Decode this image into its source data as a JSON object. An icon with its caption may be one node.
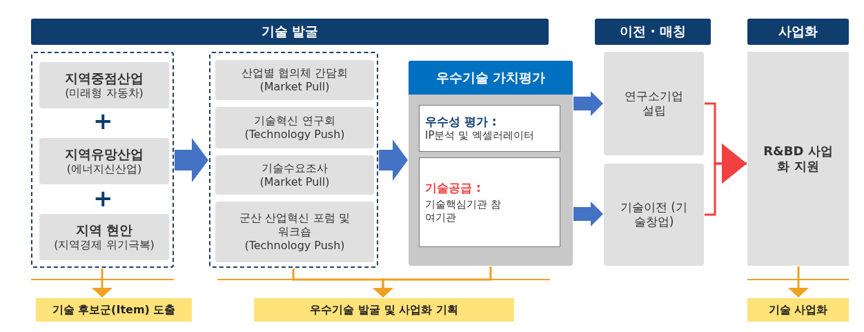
{
  "diagram": {
    "nodes": [
      {
        "text": [
          "기술 발굴"
        ]
      },
      {
        "text": [
          "이전 · 매칭"
        ]
      },
      {
        "text": [
          "사업화"
        ]
      },
      {
        "text": [],
        "shape": "box"
      },
      {
        "text": [
          "지역중점산업",
          "(미래형 자동차)"
        ],
        "in": 3
      },
      {
        "text": [
          "지역유망산업",
          "(에너지신산업)"
        ],
        "in": 3
      },
      {
        "text": [
          "지역 현안",
          "(지역경제 위기극복)"
        ],
        "in": 3
      },
      {
        "text": [],
        "shape": "box"
      },
      {
        "text": [
          "산업별 협의체 간담회",
          "(Market Pull)"
        ],
        "in": 7
      },
      {
        "text": [
          "기술혁신 연구회",
          "(Technology Push)"
        ],
        "in": 7
      },
      {
        "text": [
          "기술수요조사",
          "(Market Pull)"
        ],
        "in": 7
      },
      {
        "text": [
          "군산 산업혁신 포럼 및 워크숍",
          "(Technology Push)"
        ],
        "in": 7
      },
      {
        "text": [
          "우수기술 가치평가"
        ]
      },
      {
        "text": [
          "우수성 평가 :",
          "IP분석 및 엑셀러레이터"
        ],
        "in": 12
      },
      {
        "text": [
          "기술공급 :",
          "기술핵심기관 참여기관"
        ],
        "in": 12
      },
      {
        "text": [
          "연구소기업 설립"
        ]
      },
      {
        "text": [
          "기술이전 (기술창업)"
        ]
      },
      {
        "text": [
          "R&BD 사업화 지원"
        ]
      },
      {
        "text": [
          "기술 후보군(Item) 도출"
        ]
      },
      {
        "text": [
          "우수기술 발굴 및 사업화 기획"
        ]
      },
      {
        "text": [
          "기술 사업화"
        ]
      }
    ],
    "edges": [
      {
        "from": 3,
        "to": 7,
        "arrow": "to",
        "style": "thick",
        "color": "#4472c4"
      },
      {
        "from": 7,
        "to": 12,
        "arrow": "to",
        "style": "thick",
        "color": "#4472c4"
      },
      {
        "from": 12,
        "to": 15,
        "arrow": "to",
        "style": "thick",
        "color": "#4472c4"
      },
      {
        "from": 12,
        "to": 16,
        "arrow": "to",
        "style": "thick",
        "color": "#4472c4"
      },
      {
        "from": 15,
        "to": 17,
        "arrow": "to",
        "color": "#f04040"
      },
      {
        "from": 16,
        "to": 17,
        "arrow": "to",
        "color": "#f04040"
      },
      {
        "from": 3,
        "to": 18,
        "arrow": "to",
        "color": "#f0a020"
      },
      {
        "from": 7,
        "to": 19,
        "arrow": "to",
        "color": "#f0a020"
      },
      {
        "from": 12,
        "to": 19,
        "arrow": "to",
        "color": "#f0a020"
      },
      {
        "from": 17,
        "to": 20,
        "arrow": "to",
        "color": "#f0a020"
      }
    ],
    "labels": [
      "+",
      "+"
    ]
  }
}
